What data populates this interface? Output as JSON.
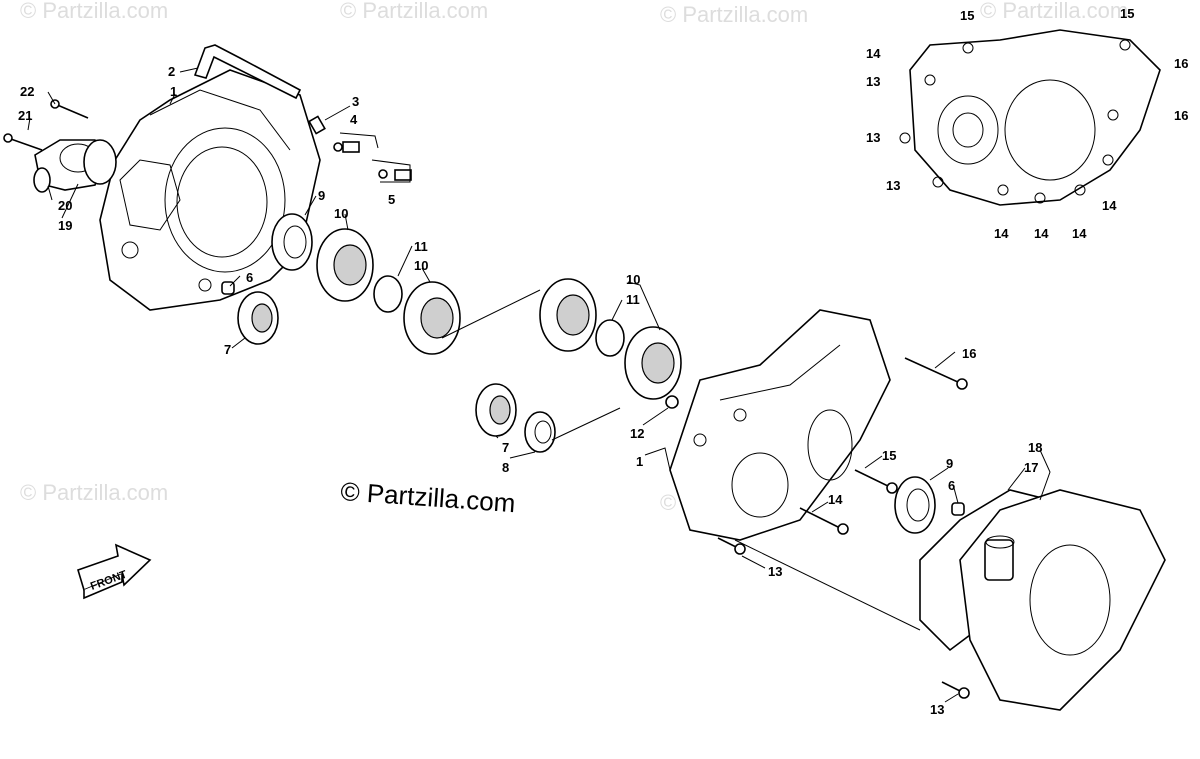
{
  "watermark": "© Partzilla.com",
  "copyright": "© Partzilla.com",
  "front_label": "FRONT",
  "callouts": {
    "c1a": "1",
    "c2": "2",
    "c3": "3",
    "c4": "4",
    "c5": "5",
    "c6a": "6",
    "c7a": "7",
    "c9a": "9",
    "c10a": "10",
    "c11a": "11",
    "c10b": "10",
    "c19": "19",
    "c20": "20",
    "c21": "21",
    "c22": "22",
    "c10c": "10",
    "c11b": "11",
    "c7b": "7",
    "c8": "8",
    "c12": "12",
    "c1b": "1",
    "c16a": "16",
    "c15a": "15",
    "c14a": "14",
    "c13a": "13",
    "c9b": "9",
    "c6b": "6",
    "c17": "17",
    "c18": "18",
    "c13b": "13",
    "i15a": "15",
    "i15b": "15",
    "i14a": "14",
    "i13a": "13",
    "i16a": "16",
    "i16b": "16",
    "i13b": "13",
    "i13c": "13",
    "i14b": "14",
    "i14c": "14",
    "i14d": "14",
    "i14e": "14"
  }
}
